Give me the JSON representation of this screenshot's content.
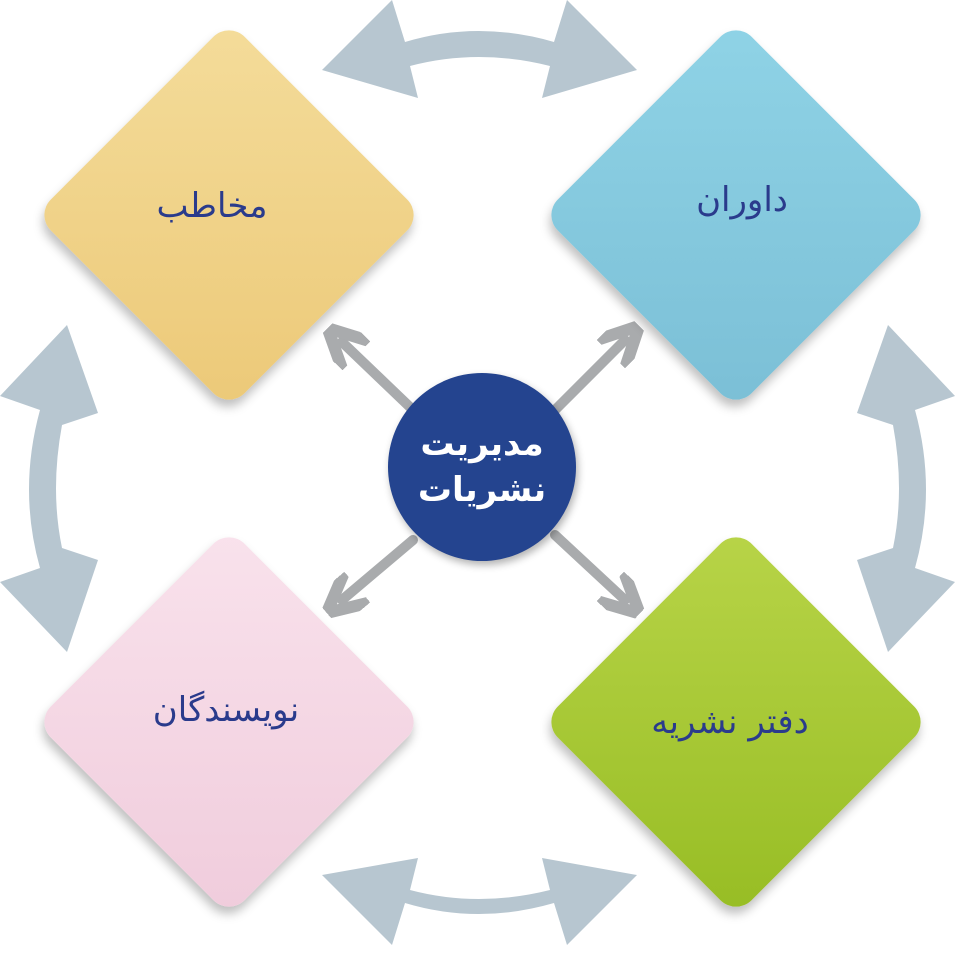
{
  "center": {
    "line1": "مدیریت",
    "line2": "نشریات",
    "color": "#24448f"
  },
  "nodes": {
    "audience": {
      "label": "مخاطب",
      "color": "#f2d68d"
    },
    "reviewers": {
      "label": "داوران",
      "color": "#8fcfe0"
    },
    "authors": {
      "label": "نویسندگان",
      "color": "#f5d8e4"
    },
    "office": {
      "label": "دفتر نشریه",
      "color": "#a4c632"
    }
  },
  "colors": {
    "label_text": "#2a3b8c",
    "curved_arrows": "#b7c6d0",
    "radial_arrows": "#a9abad"
  },
  "connections": {
    "curved": [
      "audience-reviewers",
      "reviewers-office",
      "office-authors",
      "authors-audience"
    ],
    "radial": [
      "center-audience",
      "center-reviewers",
      "center-authors",
      "center-office"
    ]
  }
}
